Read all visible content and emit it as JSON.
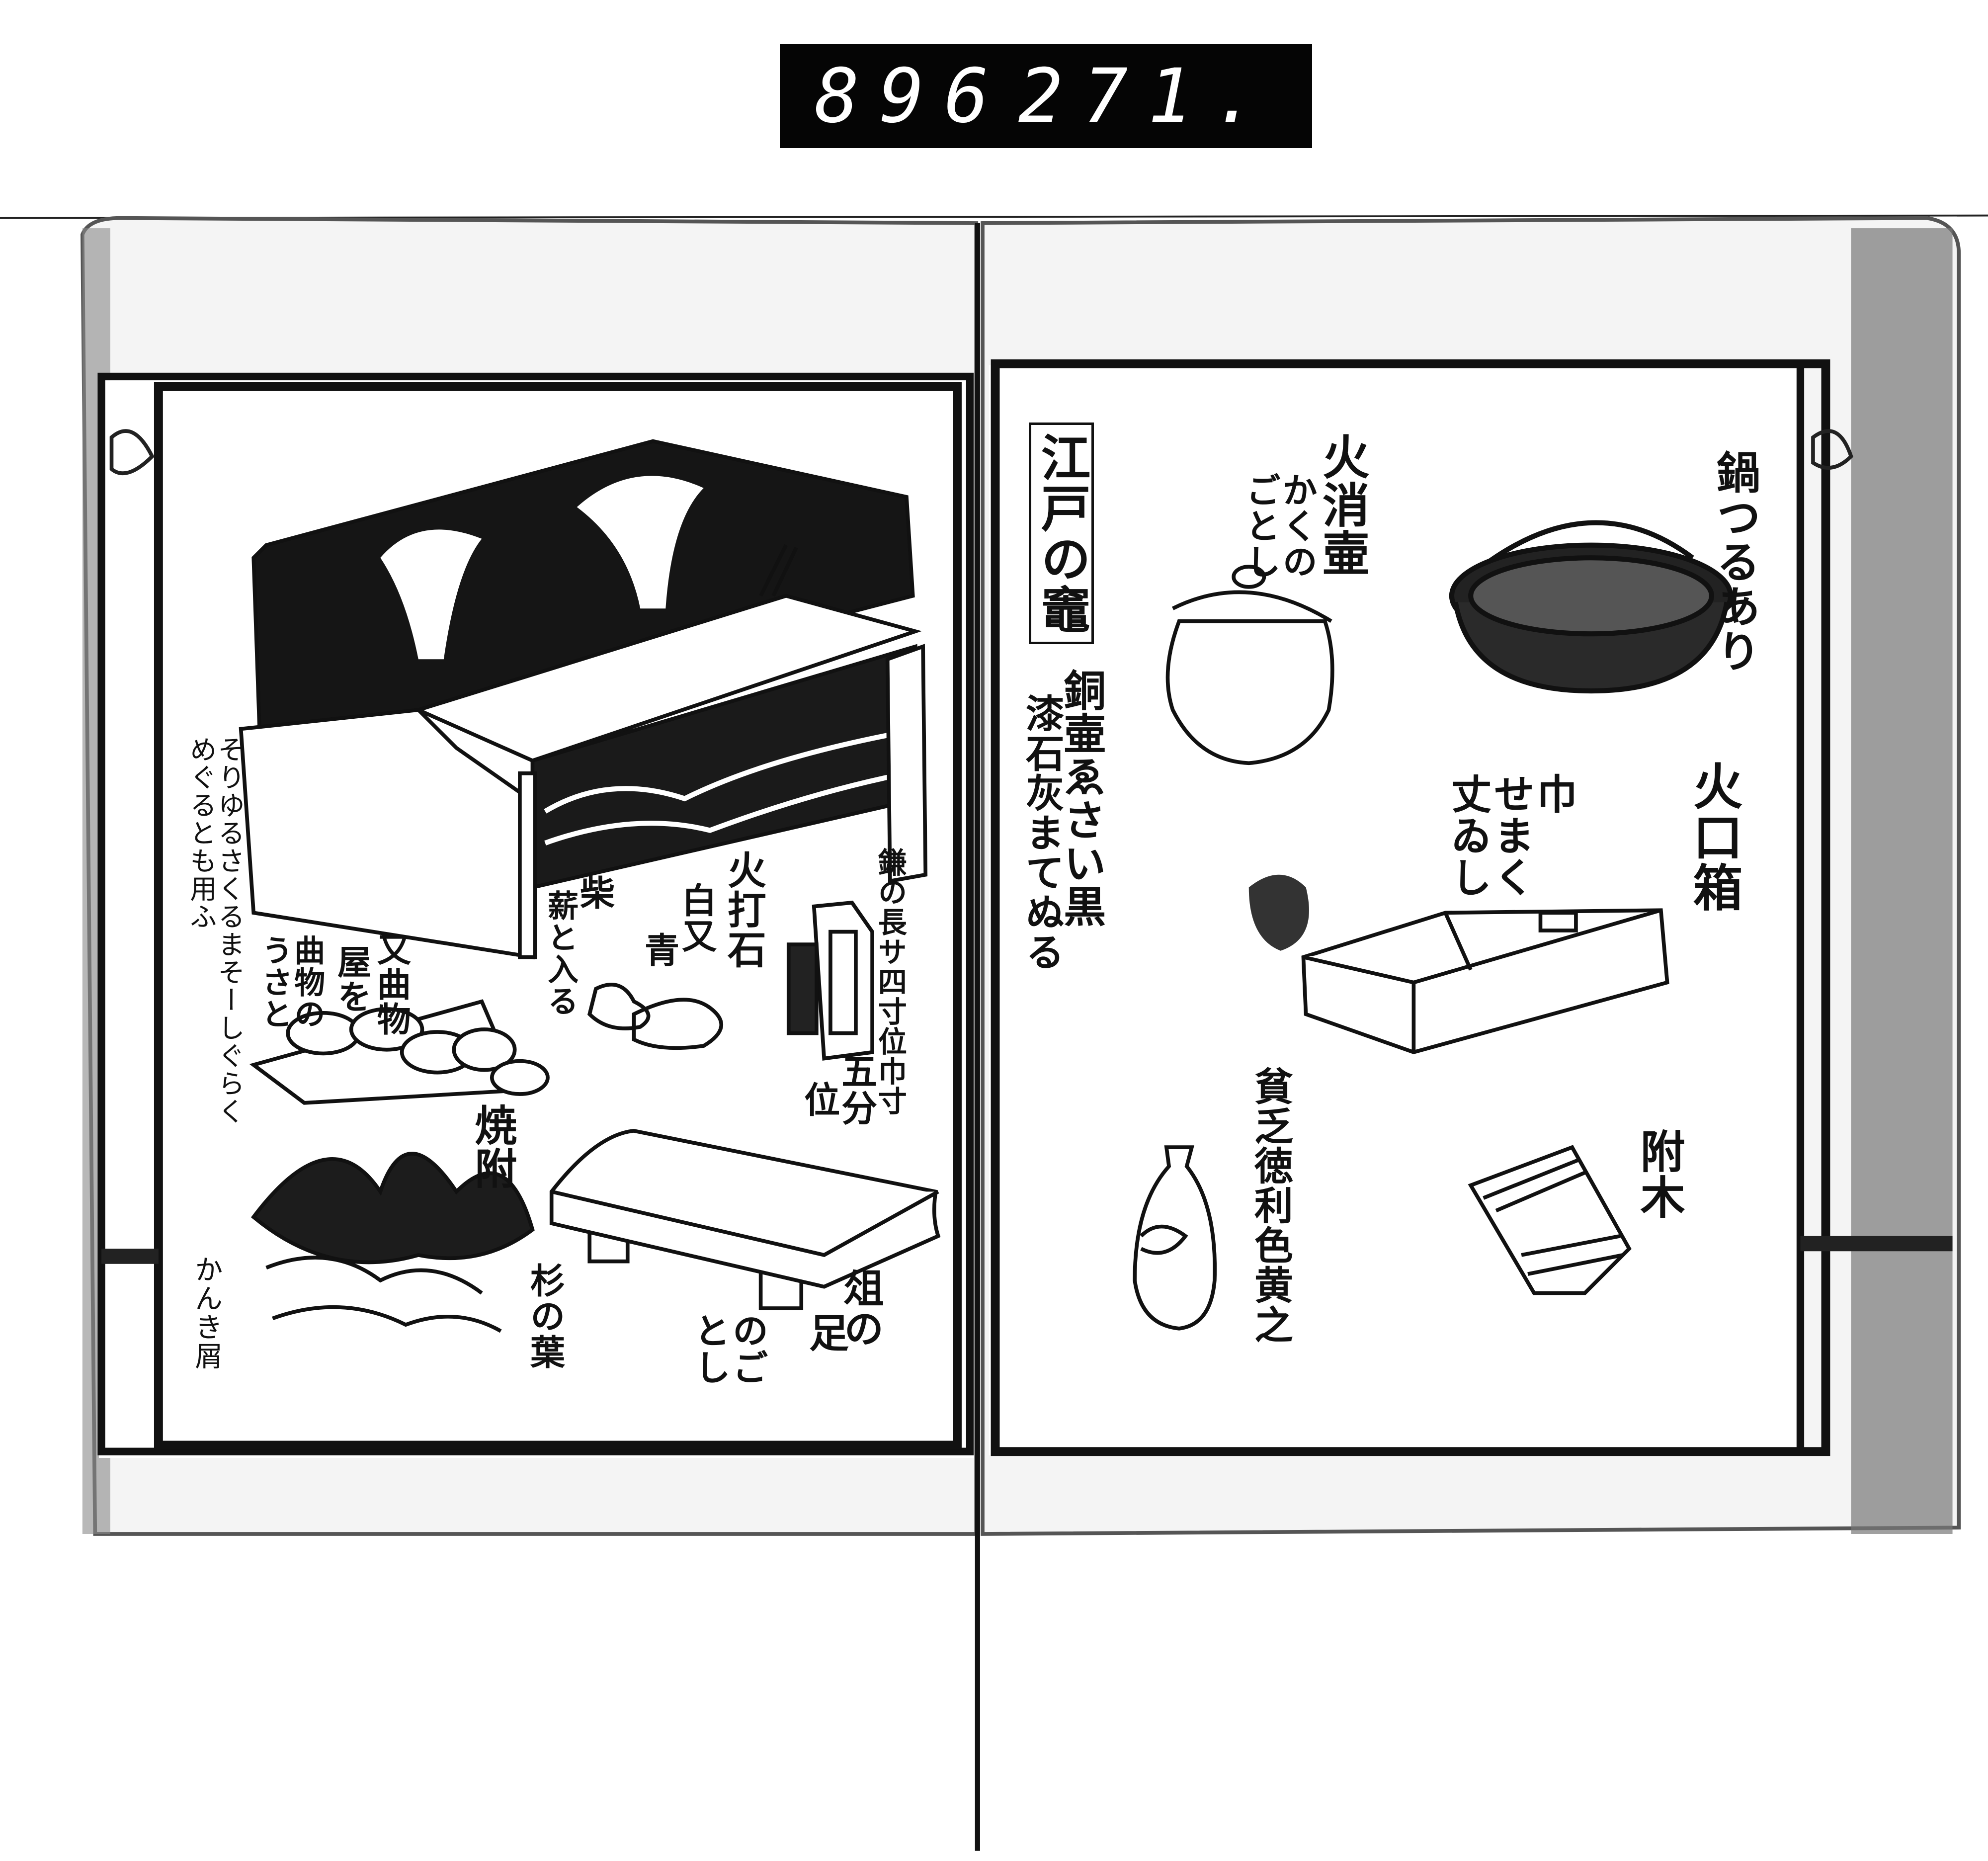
{
  "counter": {
    "left": "896",
    "right": "271."
  },
  "right_page": {
    "title": "江戸の竈",
    "copper_note": "銅壷ゑさい黒",
    "plaster_note": "漆石灰まてぬる",
    "fire_pot": "火消壷",
    "fire_pot_note": "かくの\nごとし",
    "kettle": "鍋つるあり",
    "tinderbox": "火口箱",
    "tinderbox_note": "巾\nせまく\n丈ゐし",
    "bottle": "貧乏徳利色黄之",
    "matchwood": "附木"
  },
  "left_page": {
    "sickle": "鎌の長サ四寸位巾寸",
    "sickle_2": "五分",
    "sickle_3": "位",
    "flint": "火打石",
    "flint_color_1": "白又",
    "flint_color_2": "青",
    "firewood_1": "柴",
    "firewood_2": "薪と入る",
    "kindling": "焼附",
    "cedar": "杉の葉",
    "board_1": "俎の",
    "board_2": "足",
    "board_3": "のご\nとし",
    "shavings_1": "又曲物",
    "shavings_2": "屋を",
    "shavings_3": "曲物の\nうさと",
    "margin_note": "そりゆるさくるまそーしぐらく\nめぐるとも用ふ",
    "sawdust": "かんき屑"
  }
}
